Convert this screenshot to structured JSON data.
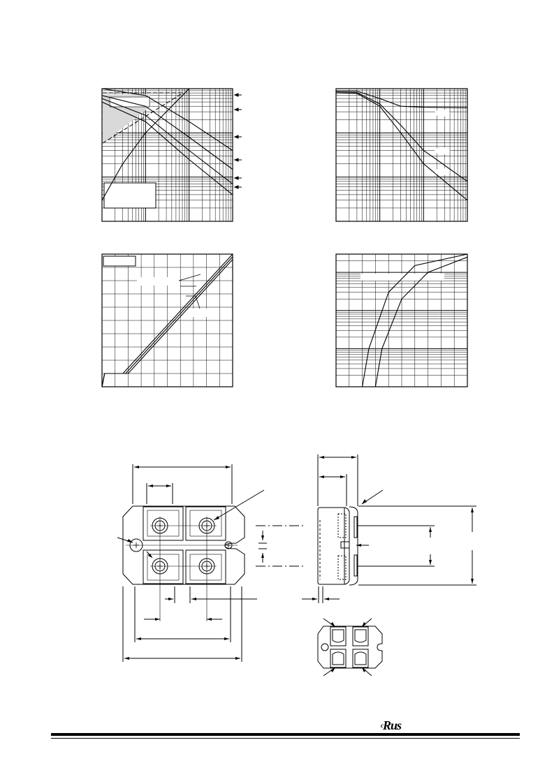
{
  "chart_data": [
    {
      "type": "line",
      "name": "chart-top-left",
      "xscale": "log",
      "yscale": "log",
      "grid": true,
      "series": [
        {
          "x": [
            1,
            3,
            10,
            30,
            100
          ],
          "y": [
            3,
            20,
            100,
            300,
            1000
          ]
        },
        {
          "x": [
            1,
            10,
            100,
            1000
          ],
          "y": [
            1000,
            700,
            180,
            40
          ]
        },
        {
          "x": [
            1,
            10,
            100,
            1000
          ],
          "y": [
            700,
            400,
            80,
            15
          ]
        },
        {
          "x": [
            1,
            10,
            100,
            1000
          ],
          "y": [
            600,
            250,
            40,
            7
          ]
        },
        {
          "x": [
            1,
            10,
            100,
            1000
          ],
          "y": [
            500,
            180,
            25,
            4
          ]
        }
      ],
      "xlim": [
        1,
        1000
      ],
      "ylim": [
        1,
        1000
      ]
    },
    {
      "type": "line",
      "name": "chart-top-right",
      "xscale": "log",
      "yscale": "log",
      "grid": true,
      "series": [
        {
          "x": [
            1,
            3,
            10,
            30,
            100,
            1000
          ],
          "y": [
            900,
            880,
            600,
            400,
            380,
            370
          ]
        },
        {
          "x": [
            1,
            3,
            10,
            30,
            100,
            1000
          ],
          "y": [
            850,
            820,
            450,
            150,
            40,
            8
          ]
        },
        {
          "x": [
            1,
            3,
            10,
            30,
            100,
            1000
          ],
          "y": [
            800,
            780,
            400,
            100,
            20,
            3
          ]
        }
      ],
      "xlim": [
        1,
        1000
      ],
      "ylim": [
        1,
        1000
      ]
    },
    {
      "type": "line",
      "name": "chart-bottom-left",
      "grid": true,
      "series": [
        {
          "x": [
            0,
            2,
            16,
            100
          ],
          "y": [
            0,
            10,
            10,
            100
          ]
        },
        {
          "x": [
            0,
            2,
            18,
            100
          ],
          "y": [
            0,
            10,
            10,
            98
          ]
        },
        {
          "x": [
            0,
            2,
            20,
            100
          ],
          "y": [
            0,
            10,
            10,
            96
          ]
        }
      ],
      "xlim": [
        0,
        100
      ],
      "ylim": [
        0,
        100
      ]
    },
    {
      "type": "line",
      "name": "chart-bottom-right",
      "yscale": "log",
      "grid": true,
      "series": [
        {
          "x": [
            20,
            25,
            40,
            60,
            100
          ],
          "y": [
            1,
            10,
            300,
            1500,
            3000
          ]
        },
        {
          "x": [
            30,
            35,
            50,
            70,
            100
          ],
          "y": [
            1,
            10,
            200,
            1000,
            2500
          ]
        }
      ],
      "xlim": [
        0,
        100
      ],
      "ylim": [
        1,
        3000
      ]
    }
  ]
}
